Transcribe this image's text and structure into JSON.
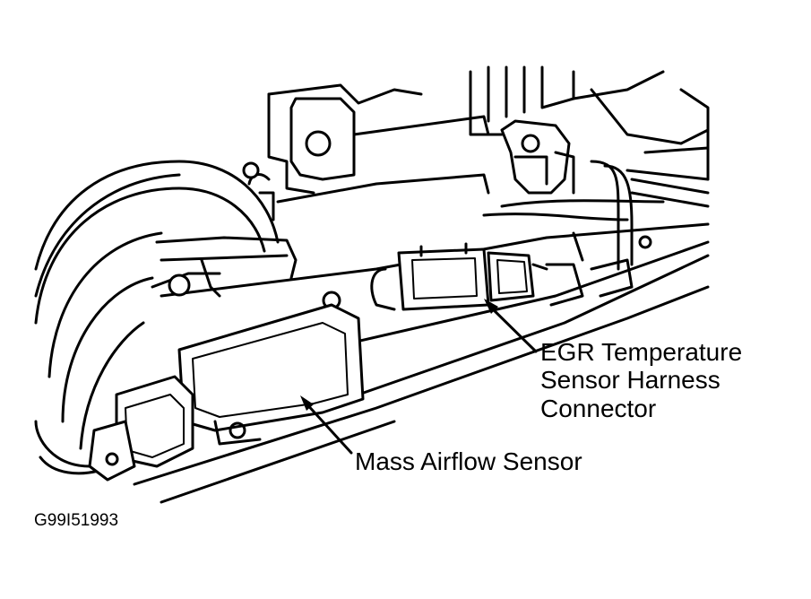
{
  "labels": {
    "egr_line1": "EGR Temperature",
    "egr_line2": "Sensor Harness",
    "egr_line3": "Connector",
    "maf": "Mass Airflow Sensor",
    "figure_code": "G99I51993"
  },
  "colors": {
    "line": "#000000",
    "background": "#ffffff"
  }
}
